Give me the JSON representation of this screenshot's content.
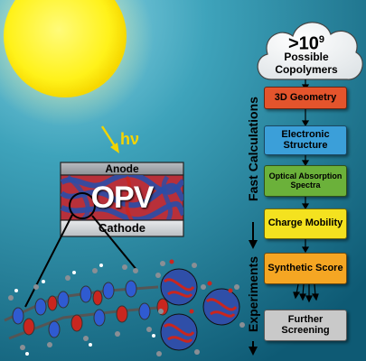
{
  "cloud": {
    "count": ">10",
    "count_exp": "9",
    "line2": "Possible",
    "line3": "Copolymers"
  },
  "hv_label": "hν",
  "device": {
    "anode": "Anode",
    "active": "OPV",
    "cathode": "Cathode"
  },
  "side_labels": {
    "fast": "Fast Calculations",
    "experiments": "Experiments"
  },
  "steps": [
    {
      "label": "3D Geometry",
      "color": "#e4542c"
    },
    {
      "label": "Electronic Structure",
      "color": "#3b9fd9"
    },
    {
      "label": "Optical Absorption Spectra",
      "color": "#6bb13a"
    },
    {
      "label": "Charge Mobility",
      "color": "#f4e21f"
    },
    {
      "label": "Synthetic Score",
      "color": "#f5a623"
    },
    {
      "label": "Further Screening",
      "color": "#c9c9c9"
    }
  ],
  "colors": {
    "sun": "#fff21a",
    "anode": "#9aa0a6",
    "cathode": "#cfd3d6",
    "polymer_red": "#c9261f",
    "polymer_blue": "#1e3e9a"
  }
}
